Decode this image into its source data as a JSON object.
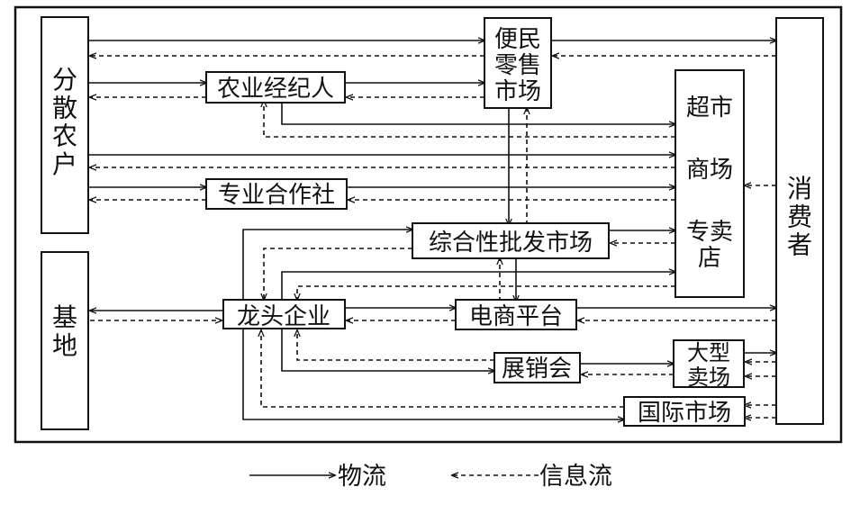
{
  "nodes": {
    "fensan_nonghu": "分散农户",
    "jidi": "基地",
    "nongye_jingjiren": "农业经纪人",
    "zhuanye_hezuoshe": "专业合作社",
    "bianmin_lingshou": "便民零售市场",
    "chaoshi": "超市",
    "shangchang": "商场",
    "zhuanmaidian": "专卖店",
    "zonghe_pifa": "综合性批发市场",
    "longtou_qiye": "龙头企业",
    "dianshang_pingtai": "电商平台",
    "zhanxiaohui": "展销会",
    "daxing_maichang": "大型卖场",
    "guoji_shichang": "国际市场",
    "xiaofeizhe": "消费者"
  },
  "legend": {
    "material_flow": "物流",
    "info_flow": "信息流"
  },
  "colors": {
    "line": "#111111",
    "background": "#ffffff"
  }
}
